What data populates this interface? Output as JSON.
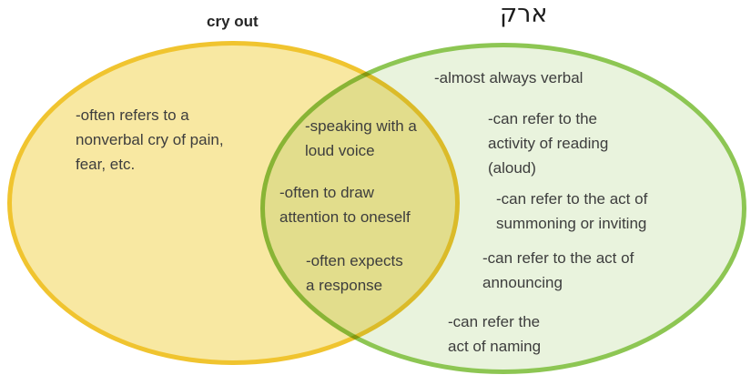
{
  "venn": {
    "left": {
      "title": "cry out",
      "items": [
        "-often refers to a\nnonverbal cry of pain,\nfear, etc."
      ]
    },
    "overlap": {
      "items": [
        "-speaking with a\nloud voice",
        "-often to draw\nattention to oneself",
        "-often expects\na response"
      ]
    },
    "right": {
      "title": "קרא",
      "items": [
        "-almost always verbal",
        "-can refer to the\nactivity of reading\n(aloud)",
        "-can refer to the act of\nsummoning or inviting",
        "-can refer to the act of\nannouncing",
        "-can refer the\nact of naming"
      ]
    },
    "colors": {
      "left_fill": "#f8e8a2",
      "left_stroke": "#f0c42f",
      "right_fill": "#e9f3dd",
      "right_stroke": "#8dc653",
      "text": "#3d3d3d",
      "title_text": "#262626",
      "background": "#ffffff"
    }
  }
}
